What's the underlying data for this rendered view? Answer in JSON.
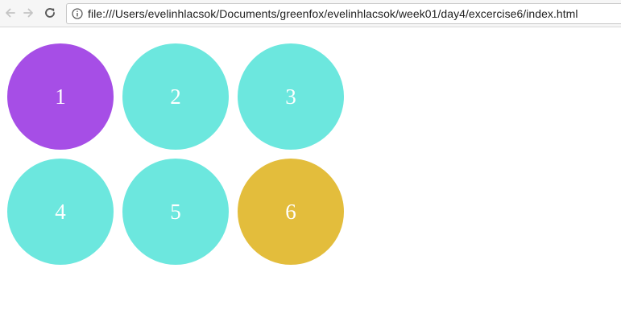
{
  "browser": {
    "url": "file:///Users/evelinhlacsok/Documents/greenfox/evelinhlacsok/week01/day4/excercise6/index.html",
    "icons": {
      "back": "arrow-left-icon",
      "forward": "arrow-right-icon",
      "reload": "reload-icon",
      "info": "info-icon"
    }
  },
  "circles": [
    {
      "label": "1",
      "color": "#a64ee6"
    },
    {
      "label": "2",
      "color": "#6ce7de"
    },
    {
      "label": "3",
      "color": "#6ce7de"
    },
    {
      "label": "4",
      "color": "#6ce7de"
    },
    {
      "label": "5",
      "color": "#6ce7de"
    },
    {
      "label": "6",
      "color": "#e3bd3c"
    }
  ]
}
